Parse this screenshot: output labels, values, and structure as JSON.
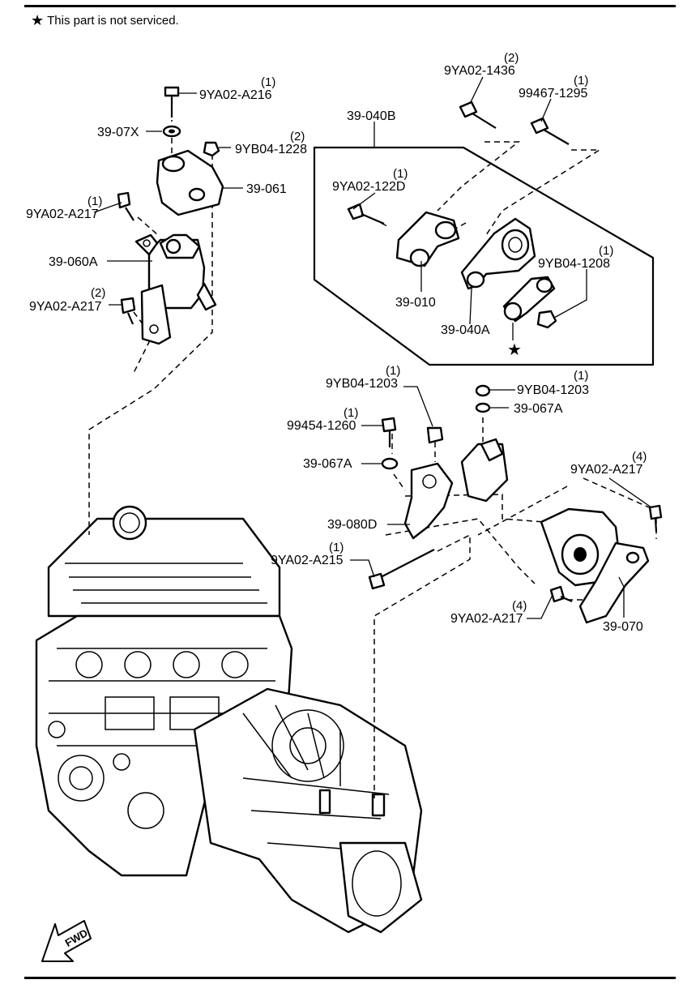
{
  "note": {
    "symbol": "★",
    "text": "This part is not serviced."
  },
  "labels": {
    "bolt_9ya02_a216": {
      "code": "9YA02-A216",
      "qty": "(1)"
    },
    "washer_39_07x": {
      "code": "39-07X"
    },
    "nut_9yb04_1228": {
      "code": "9YB04-1228",
      "qty": "(2)"
    },
    "bracket_39_061": {
      "code": "39-061"
    },
    "bolt_9ya02_a217_a": {
      "code": "9YA02-A217",
      "qty": "(1)"
    },
    "mount_39_060a": {
      "code": "39-060A"
    },
    "bolt_9ya02_a217_b": {
      "code": "9YA02-A217",
      "qty": "(2)"
    },
    "assembly_39_040b": {
      "code": "39-040B"
    },
    "bolt_9ya02_1436": {
      "code": "9YA02-1436",
      "qty": "(2)"
    },
    "bolt_99467_1295": {
      "code": "99467-1295",
      "qty": "(1)"
    },
    "bolt_9ya02_122d": {
      "code": "9YA02-122D",
      "qty": "(1)"
    },
    "nut_9yb04_1208": {
      "code": "9YB04-1208",
      "qty": "(1)"
    },
    "bracket_39_010": {
      "code": "39-010"
    },
    "rod_39_040a": {
      "code": "39-040A"
    },
    "nut_9yb04_1203_a": {
      "code": "9YB04-1203",
      "qty": "(1)"
    },
    "nut_9yb04_1203_b": {
      "code": "9YB04-1203",
      "qty": "(1)"
    },
    "bolt_99454_1260": {
      "code": "99454-1260",
      "qty": "(1)"
    },
    "washer_39_067a_a": {
      "code": "39-067A"
    },
    "washer_39_067a_b": {
      "code": "39-067A"
    },
    "bolt_9ya02_a217_c": {
      "code": "9YA02-A217",
      "qty": "(4)"
    },
    "bracket_39_080d": {
      "code": "39-080D"
    },
    "bolt_9ya02_a215": {
      "code": "9YA02-A215",
      "qty": "(1)"
    },
    "bolt_9ya02_a217_d": {
      "code": "9YA02-A217",
      "qty": "(4)"
    },
    "mount_39_070": {
      "code": "39-070"
    }
  },
  "star_marker": "★",
  "fwd_arrow": {
    "label": "FWD"
  }
}
